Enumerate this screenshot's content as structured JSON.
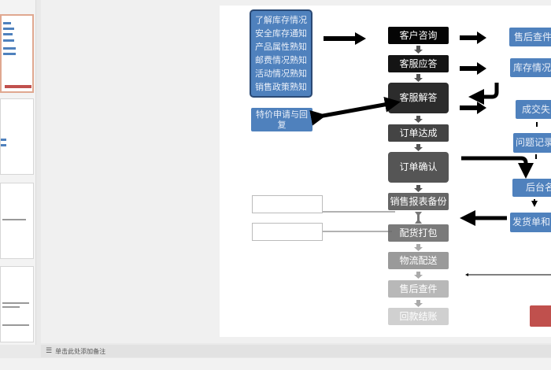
{
  "notes": {
    "placeholder": "单击此处添加备注",
    "icon": "notes-icon"
  },
  "slide": {
    "left_info": [
      "了解库存情况",
      "安全库存通知",
      "产品属性熟知",
      "邮费情况熟知",
      "活动情况熟知",
      "销售政策熟知"
    ],
    "special_price": "特价申请与回复",
    "flow": [
      "客户咨询",
      "客服应答",
      "客服解答",
      "订单达成",
      "订单确认",
      "销售报表备份",
      "配货打包",
      "物流配送",
      "售后查件",
      "回款结账"
    ],
    "right": [
      "售后查件",
      "库存情况",
      "成交失",
      "问题记录",
      "后台名",
      "发货单和"
    ]
  },
  "colors": {
    "blue": "#4f81bd",
    "red": "#c0504d",
    "selected_thumb": "#e0a890"
  }
}
